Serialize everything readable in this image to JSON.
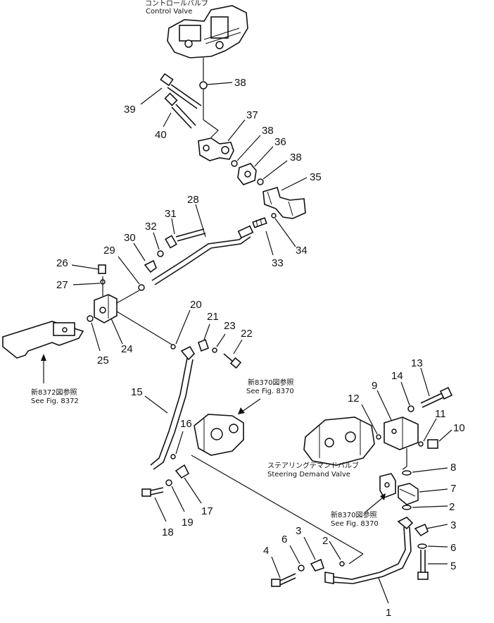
{
  "labels": {
    "control_valve_jp": "コントロールバルブ",
    "control_valve_en": "Control Valve",
    "ref_8372_jp": "新8372図参照",
    "ref_8372_en": "See Fig. 8372",
    "ref_8370a_jp": "新8370図参照",
    "ref_8370a_en": "See Fig. 8370",
    "steering_jp": "ステアリングデマンドバルブ",
    "steering_en": "Steering Demand Valve",
    "ref_8370b_jp": "新8370図参照",
    "ref_8370b_en": "See Fig. 8370"
  },
  "part_numbers": {
    "p38a": "38",
    "p39": "39",
    "p40": "40",
    "p37": "37",
    "p38b": "38",
    "p36": "36",
    "p38c": "38",
    "p35": "35",
    "p28": "28",
    "p31": "31",
    "p32": "32",
    "p30": "30",
    "p29": "29",
    "p33": "33",
    "p34": "34",
    "p26": "26",
    "p27": "27",
    "p25": "25",
    "p24": "24",
    "p20": "20",
    "p21": "21",
    "p23": "23",
    "p22": "22",
    "p15": "15",
    "p16": "16",
    "p13": "13",
    "p14": "14",
    "p9": "9",
    "p12": "12",
    "p11": "11",
    "p10": "10",
    "p8": "8",
    "p7": "7",
    "p2a": "2",
    "p3a": "3",
    "p6a": "6",
    "p5": "5",
    "p18": "18",
    "p19": "19",
    "p17": "17",
    "p4": "4",
    "p6b": "6",
    "p3b": "3",
    "p2b": "2",
    "p1": "1"
  }
}
